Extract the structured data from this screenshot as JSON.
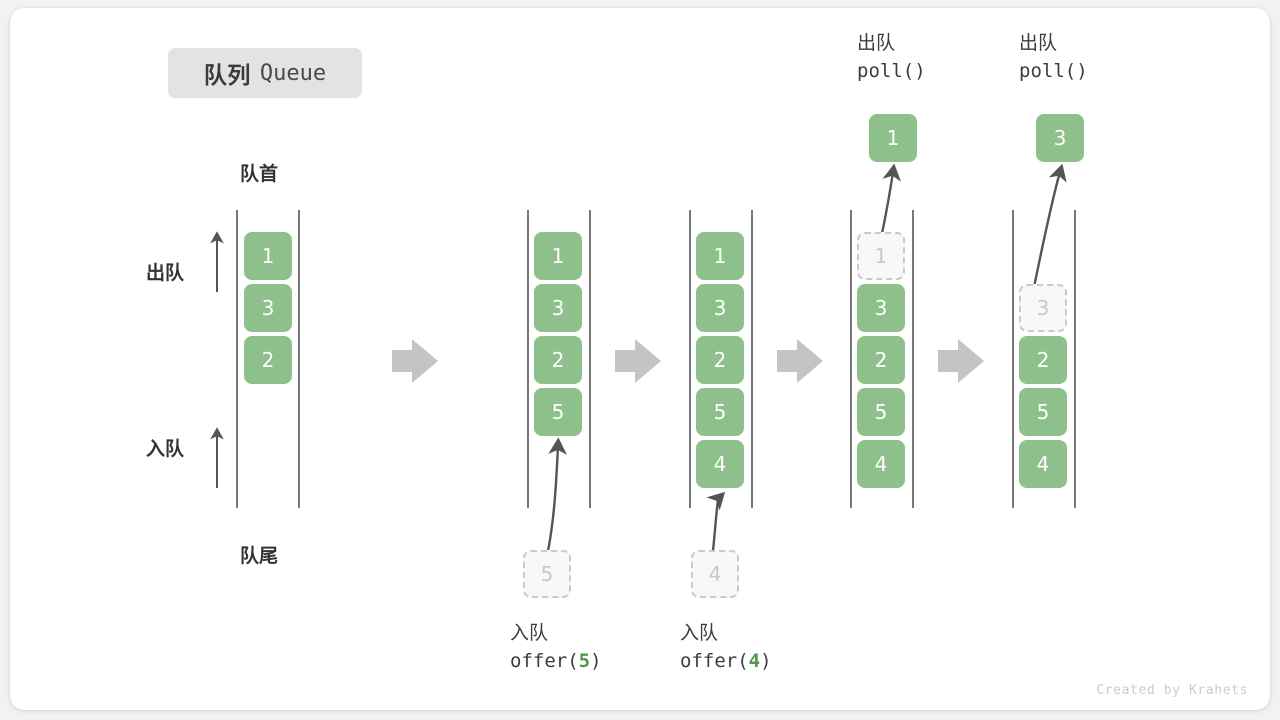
{
  "title": {
    "cn": "队列",
    "en": "Queue"
  },
  "labels": {
    "head": "队首",
    "tail": "队尾",
    "dequeue": "出队",
    "enqueue": "入队"
  },
  "colors": {
    "item_green": "#8dc08a",
    "ghost_fill": "#f8f8f8",
    "ghost_border": "#c9c9c9",
    "arrow_gray": "#c4c4c4",
    "rail": "#555555",
    "badge_bg": "#e3e3e3",
    "accent_text": "#4a9a4a"
  },
  "columns": [
    {
      "name": "initial-queue",
      "items": [
        "1",
        "3",
        "2"
      ],
      "slot_offset": 0,
      "ghost_index": -1
    },
    {
      "name": "after-offer-5",
      "items": [
        "1",
        "3",
        "2",
        "5"
      ],
      "slot_offset": 0,
      "ghost_index": -1
    },
    {
      "name": "after-offer-4",
      "items": [
        "1",
        "3",
        "2",
        "5",
        "4"
      ],
      "slot_offset": 0,
      "ghost_index": -1
    },
    {
      "name": "after-poll-1",
      "items": [
        "1",
        "3",
        "2",
        "5",
        "4"
      ],
      "slot_offset": 0,
      "ghost_index": 0
    },
    {
      "name": "after-poll-3",
      "items": [
        "3",
        "2",
        "5",
        "4"
      ],
      "slot_offset": 1,
      "ghost_index": 0
    }
  ],
  "operations": {
    "offer_5": {
      "cn": "入队",
      "call": "offer(",
      "value": "5",
      "close": ")",
      "ghost_value": "5"
    },
    "offer_4": {
      "cn": "入队",
      "call": "offer(",
      "value": "4",
      "close": ")",
      "ghost_value": "4"
    },
    "poll_1": {
      "cn": "出队",
      "call": "poll()",
      "popped_value": "1"
    },
    "poll_2": {
      "cn": "出队",
      "call": "poll()",
      "popped_value": "3"
    }
  },
  "watermark": "Created by Krahets"
}
